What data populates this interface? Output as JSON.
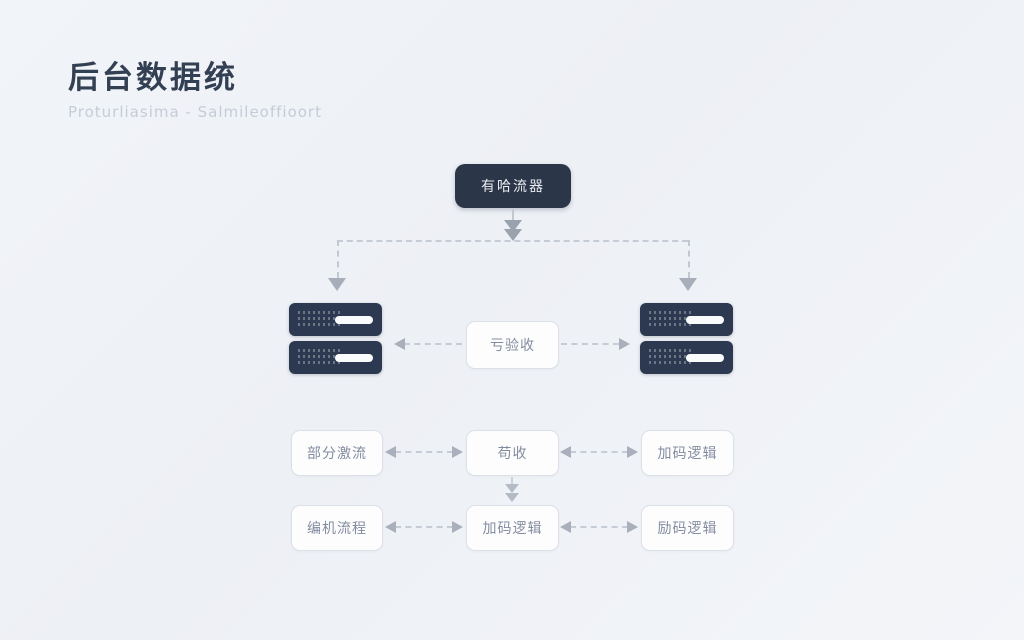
{
  "page": {
    "title": "后台数据统",
    "subtitle": "Proturliasima - Salmileoffioort"
  },
  "diagram": {
    "top_node": {
      "label": "有哈流器"
    },
    "mid_row": {
      "center_label": "亏验收"
    },
    "row3": [
      {
        "label": "部分激流"
      },
      {
        "label": "苟收"
      },
      {
        "label": "加码逻辑"
      }
    ],
    "row4": [
      {
        "label": "编机流程"
      },
      {
        "label": "加码逻辑"
      },
      {
        "label": "励码逻辑"
      }
    ]
  },
  "icons": {
    "server_left": "server-rack-icon",
    "server_right": "server-rack-icon",
    "connectors": "dashed-arrow"
  },
  "colors": {
    "background": "#eef1f6",
    "title_text": "#333f52",
    "subtitle_text": "#c6ccd7",
    "dark_node_bg": "#2b3648",
    "server_bg": "#2d3950",
    "white_box_bg": "#fdfdfe",
    "white_box_border": "#dce1e8",
    "white_box_text": "#838c9f",
    "arrow": "#a9b0bb"
  }
}
